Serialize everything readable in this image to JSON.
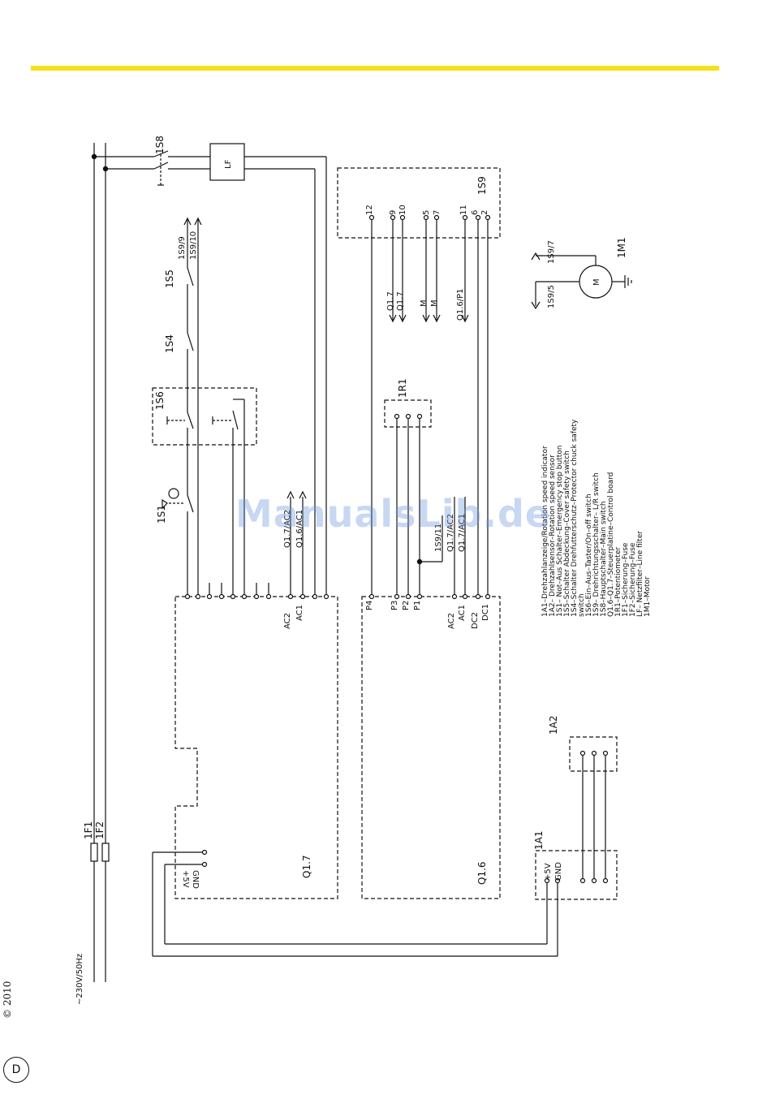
{
  "page": {
    "accent_color": "#f4e11a",
    "copyright": "© 2010",
    "language_badge": "D"
  },
  "watermark": "ManualsLib.de",
  "supply": {
    "label": "~230V/50Hz",
    "fuse1": "1F1",
    "fuse2": "1F2",
    "main_switch": "1S8",
    "line_filter": "LF"
  },
  "boards": {
    "q17": {
      "name": "Q1.7",
      "gnd": "GND",
      "plus5v": "+5V",
      "ac2": "AC2",
      "ac1": "AC1"
    },
    "q16": {
      "name": "Q1.6",
      "p4": "P4",
      "p3": "P3",
      "p2": "P2",
      "p1": "P1",
      "ac2": "AC2",
      "ac1": "AC1",
      "dc2": "DC2",
      "dc1": "DC1"
    },
    "a1": {
      "name": "1A1",
      "plus5v": "+5V",
      "gnd": "GND"
    },
    "a2": {
      "name": "1A2"
    },
    "s9": {
      "name": "1S9",
      "pins": [
        "12",
        "9",
        "10",
        "5",
        "7",
        "11",
        "6",
        "2"
      ]
    },
    "r1": {
      "name": "1R1"
    },
    "s6": {
      "name": "1S6"
    }
  },
  "components": {
    "s1": "1S1",
    "s4": "1S4",
    "s5": "1S5",
    "m1": "1M1",
    "motor_symbol": "M"
  },
  "refs": {
    "s9_9": "1S9/9",
    "s9_10": "1S9/10",
    "q1_ac2": "Q1.7/AC2",
    "q16_ac1": "Q1.6/AC1",
    "s9_11": "1S9/11",
    "q17_ac2": "Q1.7/AC2",
    "q17_ac1": "Q1.7/AC1",
    "q17_a": "Q1.7",
    "q17_b": "Q1.7",
    "m_a": "M",
    "m_b": "M",
    "q16_p1": "Q1.6/P1",
    "s9_7": "1S9/7",
    "s9_5": "1S9/5"
  },
  "legend": [
    "1A1–Drehzahlanzeige/Rotation speed indicator",
    "1A2– Drehzahlsensor–Rotation speed sensor",
    "1S1– Not–Aus Schalter–Emergency stop button",
    "1S5–Schalter Abdeckung–Cover safety switch",
    "1S4–Schalter Drehfutterschutz–Protector chuck safety",
    "switch",
    "1S6–Ein–Aus–Taster/On–off switch",
    "1S9– Drehrichtungsschalter– L/R switch",
    "1S8–Hauptschalter–Main switch",
    "Q1.6–Q1.7–Steuerplatine–Control board",
    "1R1–Potentiometer",
    "1F1–Sicherung–Fuse",
    "1F2–Sicherung–Fuse",
    "LF– Netzfilter–Line filter",
    "1M1–Motor"
  ]
}
